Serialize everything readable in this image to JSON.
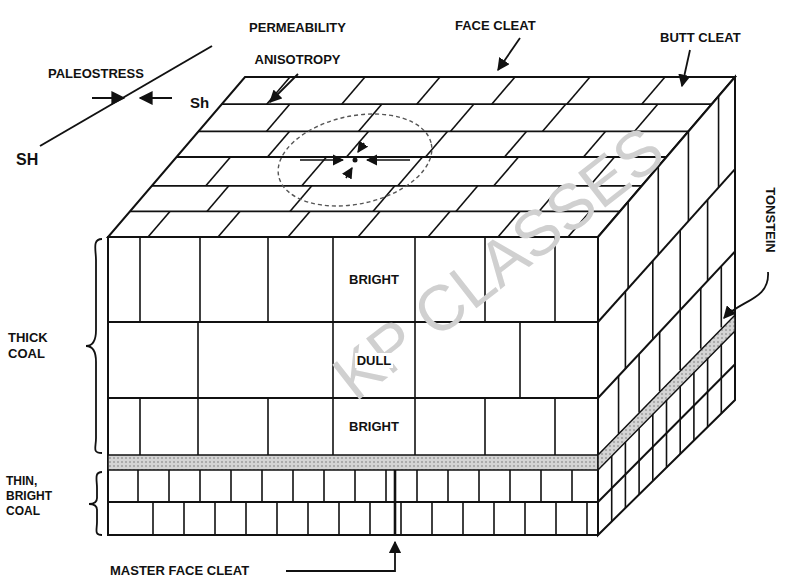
{
  "diagram": {
    "nodes": [
      {
        "text": [
          "BRIGHT"
        ]
      },
      {
        "text": [
          "DULL"
        ]
      },
      {
        "text": [
          "BRIGHT"
        ]
      }
    ],
    "labels": [
      "PALEOSTRESS",
      "SH",
      "Sh",
      "PERMEABILITY ANISOTROPY",
      "FACE CLEAT",
      "BUTT CLEAT",
      "TONSTEIN",
      "THICK COAL",
      "THIN, BRIGHT COAL",
      "MASTER FACE CLEAT",
      "KP CLASSES"
    ]
  }
}
